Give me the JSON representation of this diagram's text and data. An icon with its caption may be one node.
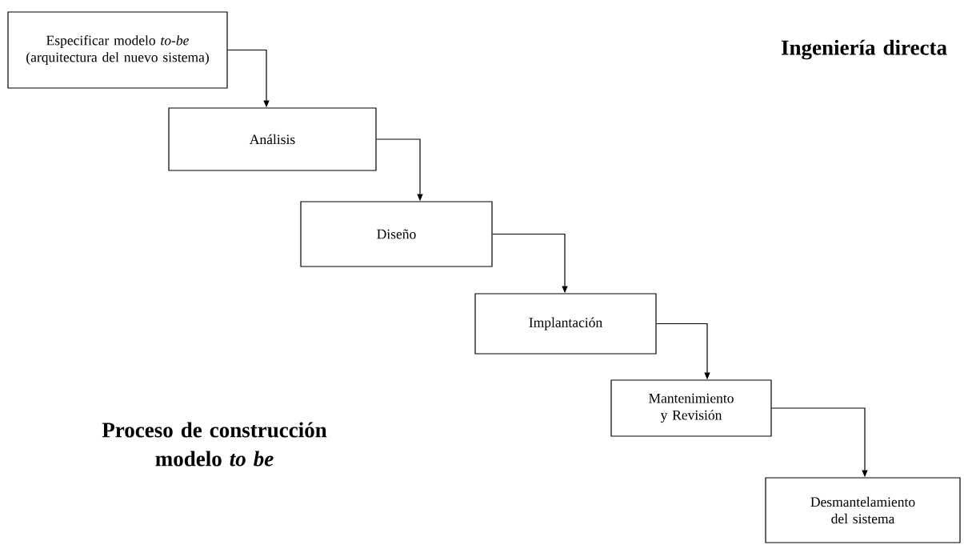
{
  "diagram": {
    "nodes": [
      {
        "text": [
          "Especificar modelo *to-be* (arquitectura del nuevo sistema)"
        ]
      },
      {
        "text": [
          "Análisis"
        ]
      },
      {
        "text": [
          "Diseño"
        ]
      },
      {
        "text": [
          "Implantación"
        ]
      },
      {
        "text": [
          "Mantenimiento y Revisión"
        ]
      },
      {
        "text": [
          "Desmantelamiento del sistema"
        ]
      }
    ],
    "edges": [
      {
        "from": 0,
        "to": 1,
        "arrow": "to"
      },
      {
        "from": 1,
        "to": 2,
        "arrow": "to"
      },
      {
        "from": 2,
        "to": 3,
        "arrow": "to"
      },
      {
        "from": 3,
        "to": 4,
        "arrow": "to"
      },
      {
        "from": 4,
        "to": 5,
        "arrow": "to"
      }
    ],
    "labels": [
      "Ingeniería directa",
      "Proceso de construcción modelo *to be*"
    ]
  }
}
